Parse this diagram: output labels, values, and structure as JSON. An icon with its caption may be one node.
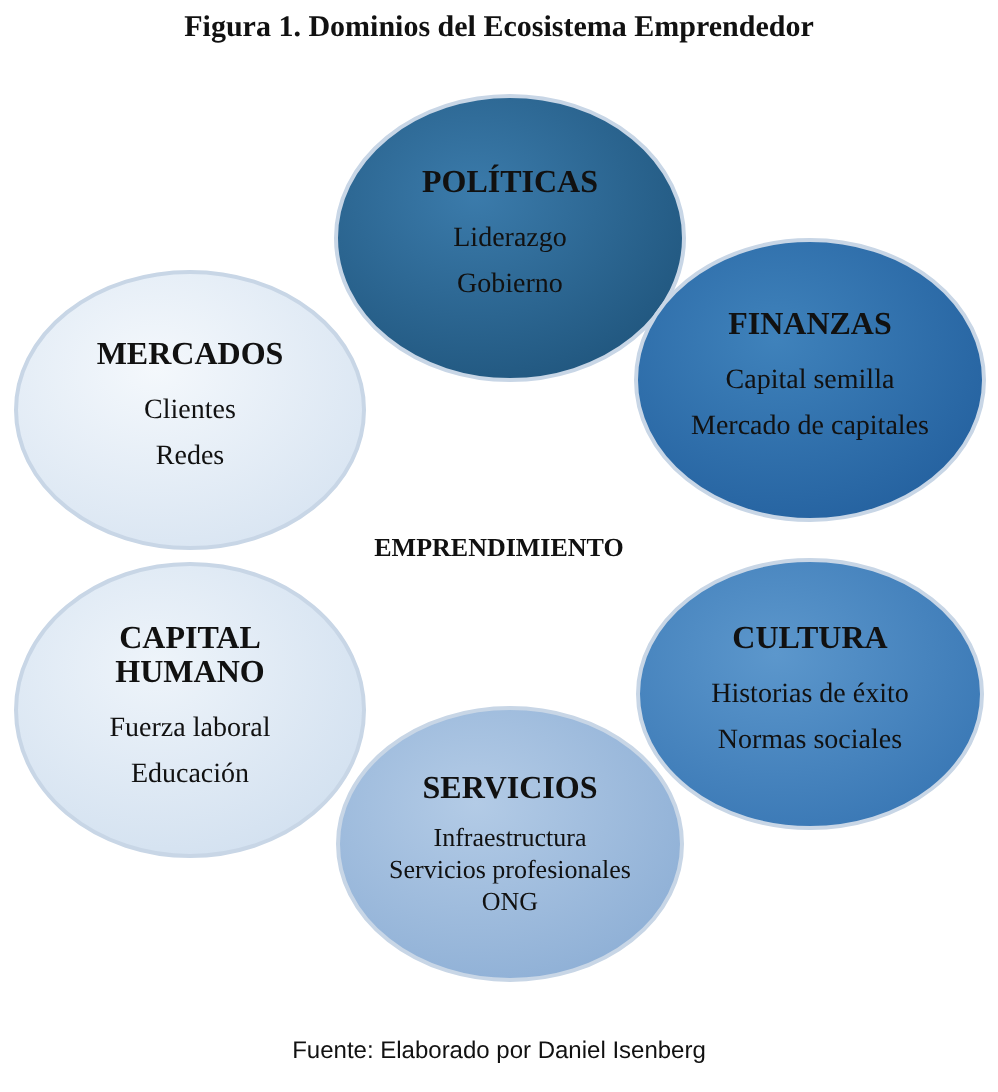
{
  "diagram": {
    "title": "Figura 1. Dominios del Ecosistema Emprendedor",
    "caption": "Fuente: Elaborado por Daniel Isenberg",
    "nodes": [
      {
        "text": [
          "POLÍTICAS",
          "Liderazgo",
          "Gobierno"
        ]
      },
      {
        "text": [
          "MERCADOS",
          "Clientes",
          "Redes"
        ]
      },
      {
        "text": [
          "FINANZAS",
          "Capital semilla",
          "Mercado de capitales"
        ]
      },
      {
        "text": [
          "CAPITAL HUMANO",
          "Fuerza laboral",
          "Educación"
        ]
      },
      {
        "text": [
          "CULTURA",
          "Historias de éxito",
          "Normas sociales"
        ]
      },
      {
        "text": [
          "SERVICIOS",
          "Infraestructura",
          "Servicios profesionales",
          "ONG"
        ]
      }
    ],
    "edges": [],
    "labels": [
      "EMPRENDIMIENTO"
    ]
  }
}
